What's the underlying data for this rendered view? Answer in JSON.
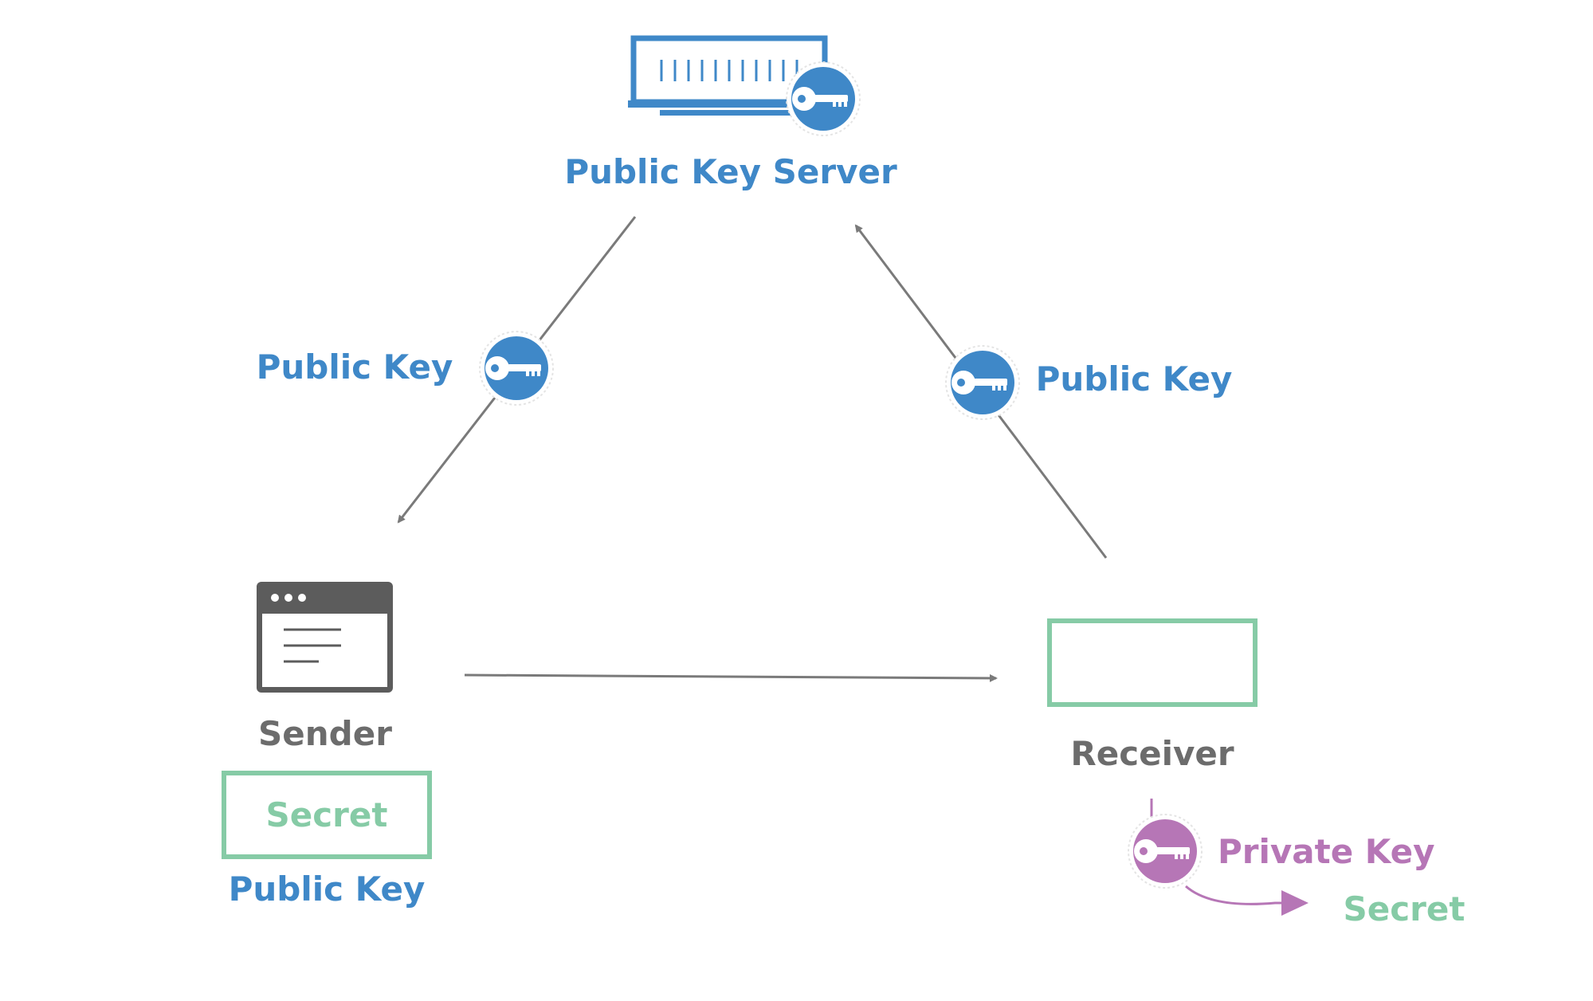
{
  "colors": {
    "public_key": "#3f88c8",
    "private_key": "#b676b6",
    "secret": "#86cba6",
    "arrow": "#7a7a7a",
    "text_dark": "#6c6c6c"
  },
  "server": {
    "label": "Public Key Server",
    "icon": "server-icon"
  },
  "left_edge": {
    "label": "Public Key",
    "icon": "public-key-icon"
  },
  "right_edge": {
    "label": "Public Key",
    "icon": "public-key-icon"
  },
  "sender": {
    "label": "Sender",
    "icon": "browser-window-icon",
    "secret_label": "Secret",
    "key_label": "Public Key"
  },
  "receiver": {
    "label": "Receiver",
    "private_key_label": "Private Key",
    "secret_label": "Secret",
    "icon": "private-key-icon"
  }
}
